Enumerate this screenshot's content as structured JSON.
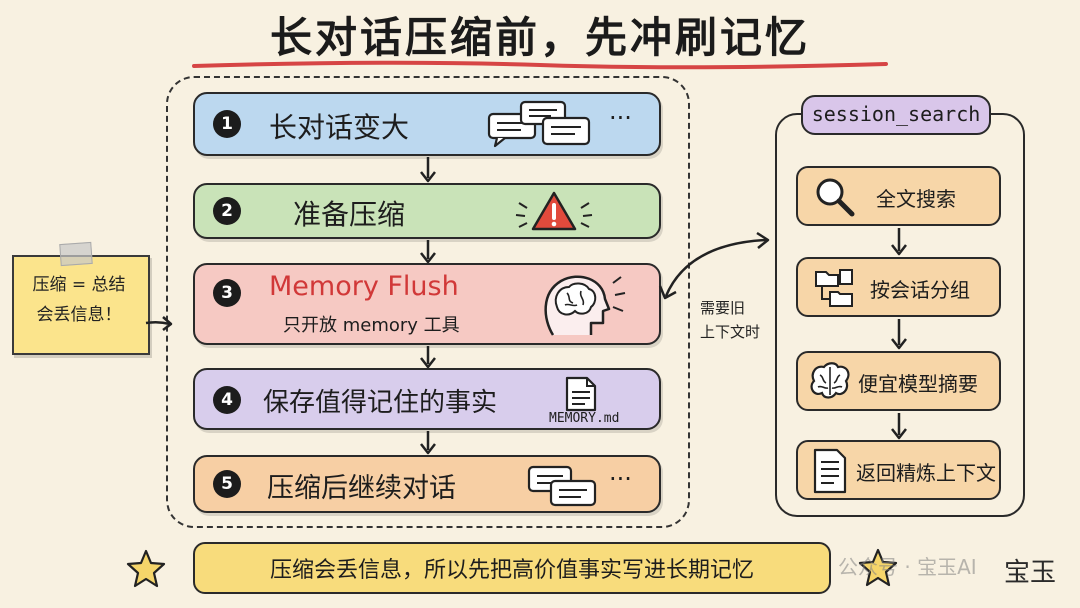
{
  "title": "长对话压缩前，先冲刷记忆",
  "steps": [
    {
      "num": "1",
      "label": "长对话变大",
      "color": "#bcd8ef"
    },
    {
      "num": "2",
      "label": "准备压缩",
      "color": "#c9e3b8"
    },
    {
      "num": "3",
      "title": "Memory Flush",
      "subtitle": "只开放 memory 工具",
      "color": "#f6c9c3"
    },
    {
      "num": "4",
      "label": "保存值得记住的事实",
      "file": "MEMORY.md",
      "color": "#d8cdec"
    },
    {
      "num": "5",
      "label": "压缩后继续对话",
      "color": "#f7cfa4"
    }
  ],
  "ellipsis": "···",
  "sticky_note": {
    "line1": "压缩 = 总结",
    "line2": "会丢信息！"
  },
  "connector_text": {
    "line1": "需要旧",
    "line2": "上下文时"
  },
  "session_search": {
    "tab": "session_search",
    "items": [
      {
        "label": "全文搜索",
        "icon": "magnifier-icon"
      },
      {
        "label": "按会话分组",
        "icon": "folder-tree-icon"
      },
      {
        "label": "便宜模型摘要",
        "icon": "brain-icon"
      },
      {
        "label": "返回精炼上下文",
        "icon": "document-icon"
      }
    ]
  },
  "banner": "压缩会丢信息，所以先把高价值事实写进长期记忆",
  "watermark": "公众号 · 宝玉AI",
  "signature": "宝玉"
}
